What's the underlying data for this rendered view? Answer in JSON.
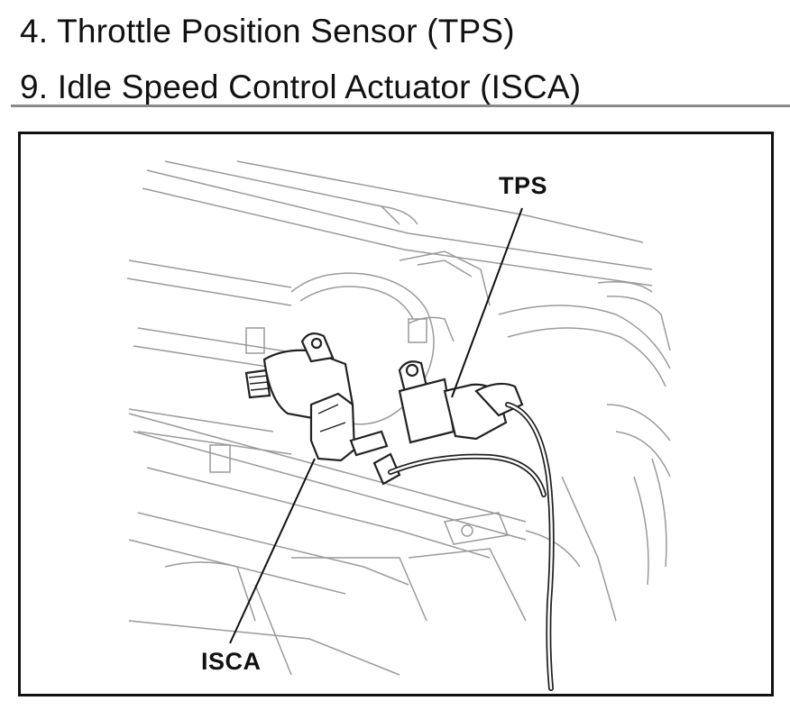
{
  "legend": {
    "items": [
      {
        "label": "4. Throttle Position Sensor (TPS)"
      },
      {
        "label": "9. Idle Speed Control Actuator (ISCA)"
      }
    ]
  },
  "diagram": {
    "callouts": {
      "tps": "TPS",
      "isca": "ISCA"
    }
  }
}
